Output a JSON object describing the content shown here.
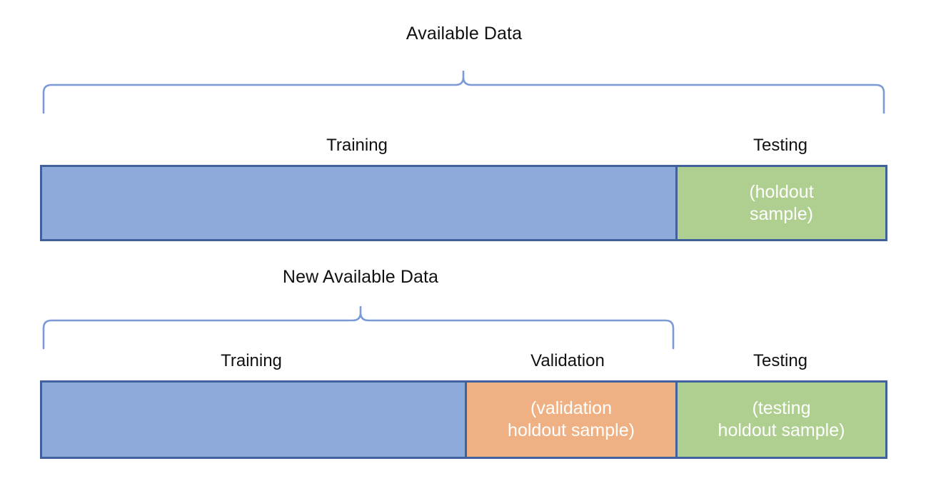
{
  "figure": {
    "title": "",
    "background_color": "#FFFFFF",
    "border_color": "#41619D",
    "brace_color": "#7C9BD6",
    "label_color": "#111111"
  },
  "palette": {
    "training": "#8EAADB",
    "validation": "#EFB183",
    "testing": "#AECF8F"
  },
  "rows": [
    {
      "group_label": "Available Data",
      "segments": [
        {
          "caption": "Training",
          "inner_text": "",
          "color_key": "training"
        },
        {
          "caption": "Testing",
          "inner_text": "(holdout\nsample)",
          "color_key": "testing"
        }
      ]
    },
    {
      "group_label": "New Available Data",
      "segments": [
        {
          "caption": "Training",
          "inner_text": "",
          "color_key": "training"
        },
        {
          "caption": "Validation",
          "inner_text": "(validation\nholdout sample)",
          "color_key": "validation"
        },
        {
          "caption": "Testing",
          "inner_text": "(testing\nholdout sample)",
          "color_key": "testing"
        }
      ]
    }
  ]
}
